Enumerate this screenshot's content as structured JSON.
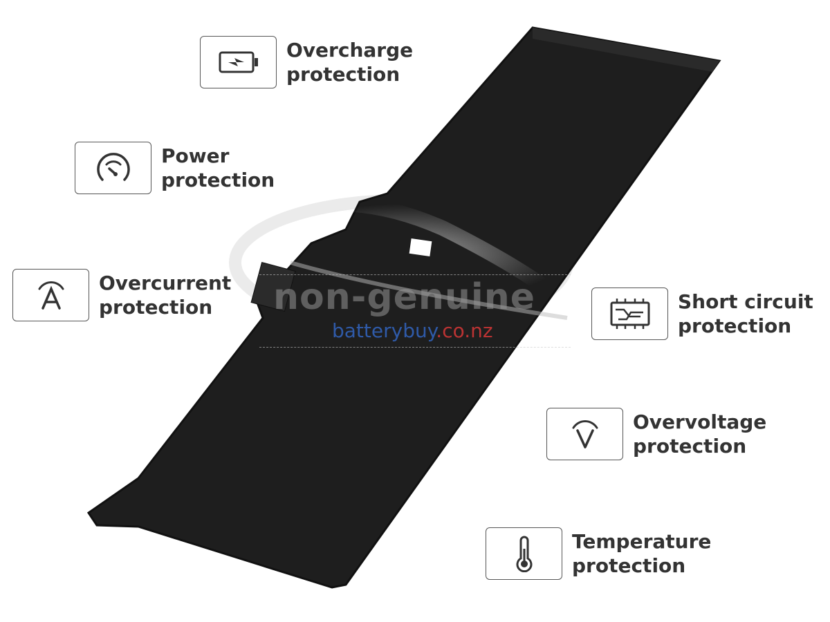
{
  "features": [
    {
      "icon": "battery-charge-icon",
      "line1": "Overcharge",
      "line2": "protection"
    },
    {
      "icon": "gauge-icon",
      "line1": "Power",
      "line2": "protection"
    },
    {
      "icon": "ampere-icon",
      "line1": "Overcurrent",
      "line2": "protection"
    },
    {
      "icon": "circuit-board-icon",
      "line1": "Short circuit",
      "line2": "protection"
    },
    {
      "icon": "voltage-icon",
      "line1": "Overvoltage",
      "line2": "protection"
    },
    {
      "icon": "thermometer-icon",
      "line1": "Temperature",
      "line2": "protection"
    }
  ],
  "watermark": {
    "text": "non-genuine",
    "site_a": "batterybuy",
    "site_b": ".co.nz"
  }
}
